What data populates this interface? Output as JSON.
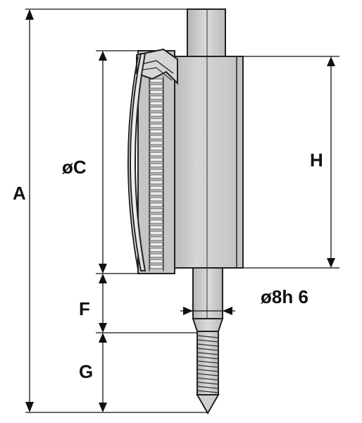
{
  "labels": {
    "a": "A",
    "c": "øC",
    "h": "H",
    "f": "F",
    "g": "G",
    "stem": "ø8h 6"
  },
  "colors": {
    "body_fill": "#c9cacc",
    "body_light": "#dcdddf",
    "body_dark": "#a9aaac",
    "face_fill": "#e6e6e8",
    "line": "#111111"
  }
}
